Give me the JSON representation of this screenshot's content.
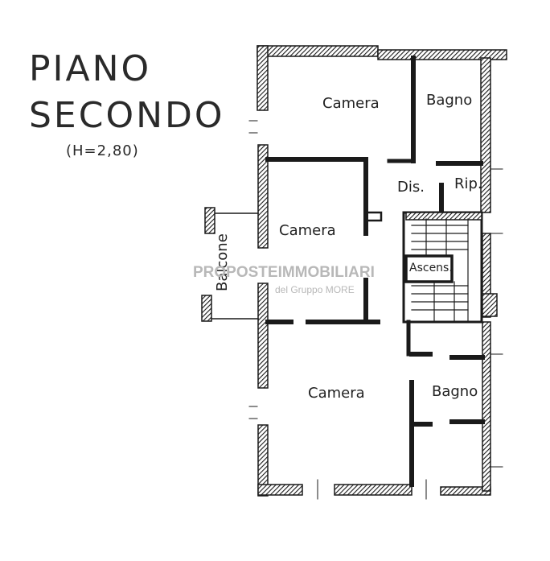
{
  "title": {
    "line1": "PIANO",
    "line2": "SECONDO",
    "height_note": "(H=2,80)"
  },
  "rooms": {
    "camera_top": "Camera",
    "bagno_top": "Bagno",
    "dis": "Dis.",
    "rip": "Rip.",
    "camera_mid": "Camera",
    "balcone": "Balcone",
    "ascens": "Ascens.",
    "camera_bottom": "Camera",
    "bagno_bottom": "Bagno"
  },
  "watermark": {
    "line1": "PROPOSTEIMMOBILIARI",
    "line2": "del Gruppo MORE"
  },
  "colors": {
    "wall": "#1a1a1a",
    "text": "#222222",
    "watermark": "#b8b8b8"
  }
}
